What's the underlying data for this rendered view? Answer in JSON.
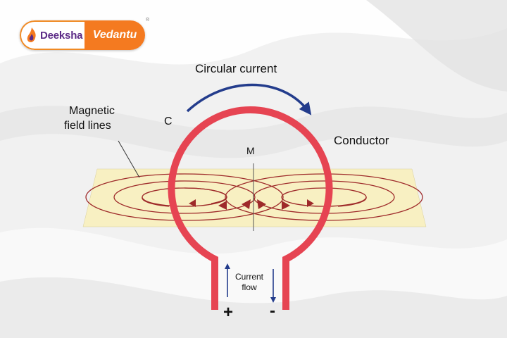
{
  "logo": {
    "left_text": "Deeksha",
    "right_text": "Vedantu",
    "reg_mark": "®",
    "icon": "flame-logo-icon"
  },
  "labels": {
    "circular_current": "Circular current",
    "magnetic_line1": "Magnetic",
    "magnetic_line2": "field lines",
    "c": "C",
    "m": "M",
    "conductor": "Conductor",
    "current_line1": "Current",
    "current_line2": "flow",
    "plus": "+",
    "minus": "-"
  },
  "colors": {
    "conductor": "#e64452",
    "field_lines": "#9e2a2a",
    "arrow_blue": "#233c8c",
    "plane": "#f8f0c2",
    "brand_orange": "#f47a20",
    "brand_purple": "#5b2a86"
  }
}
